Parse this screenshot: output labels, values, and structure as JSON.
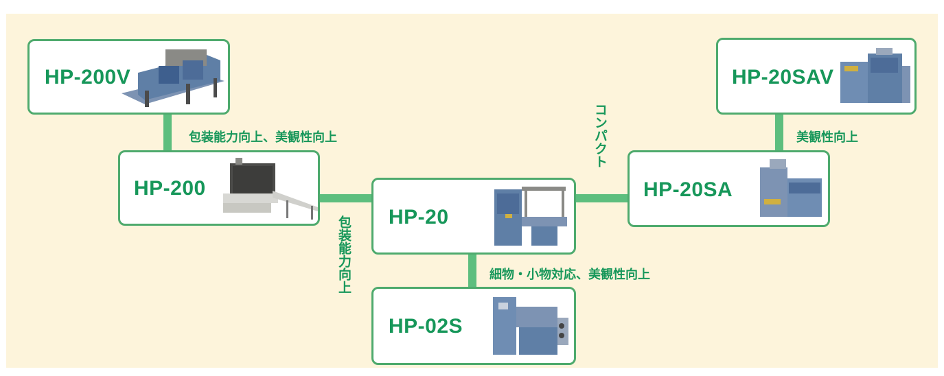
{
  "nodes": {
    "hp200v": {
      "label": "HP-200V"
    },
    "hp200": {
      "label": "HP-200"
    },
    "hp20": {
      "label": "HP-20"
    },
    "hp02s": {
      "label": "HP-02S"
    },
    "hp20sa": {
      "label": "HP-20SA"
    },
    "hp20sav": {
      "label": "HP-20SAV"
    }
  },
  "edges": {
    "hp200_to_hp200v": "包装能力向上、美観性向上",
    "hp20_to_hp200": "包装能力向上",
    "hp20_to_hp02s": "細物・小物対応、美観性向上",
    "hp20_to_hp20sa": "コンパクト",
    "hp20sa_to_hp20sav": "美観性向上"
  },
  "colors": {
    "background": "#fdf4db",
    "accent": "#17975a",
    "border": "#4eaa6d",
    "connector": "#5dbe7e",
    "machine": "#5f7fa6"
  }
}
